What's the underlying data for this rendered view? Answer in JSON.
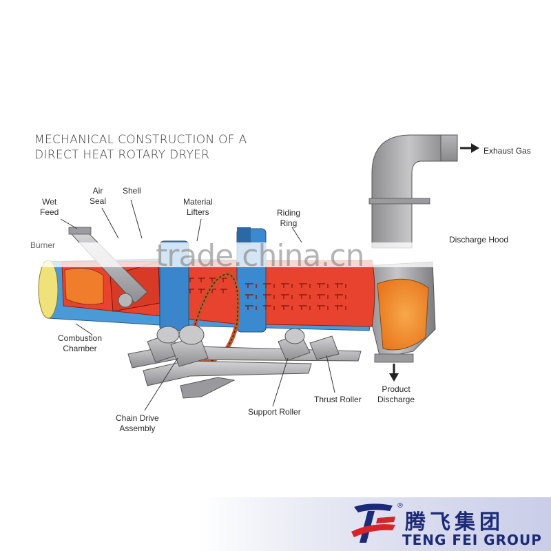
{
  "title": {
    "line1": "MECHANICAL CONSTRUCTION OF A",
    "line2": "DIRECT HEAT ROTARY DRYER"
  },
  "labels": {
    "wet_feed": [
      "Wet",
      "Feed"
    ],
    "burner": "Burner",
    "air_seal": [
      "Air",
      "Seal"
    ],
    "shell": "Shell",
    "material_lifters": [
      "Material",
      "Lifters"
    ],
    "riding_ring": [
      "Riding",
      "Ring"
    ],
    "exhaust_gas": "Exhaust Gas",
    "discharge_hood": "Discharge Hood",
    "combustion_chamber": [
      "Combustion",
      "Chamber"
    ],
    "chain_drive_assembly": [
      "Chain Drive",
      "Assembly"
    ],
    "support_roller": "Support Roller",
    "thrust_roller": "Thrust Roller",
    "product_discharge": [
      "Product",
      "Discharge"
    ]
  },
  "watermark": "trade.china.cn",
  "brand": {
    "name_cn": "腾飞集团",
    "name_en": "TENG FEI GROUP",
    "registered_mark": "®",
    "logo_icon": "tf-logo-icon"
  },
  "colors": {
    "shell_red": "#e8432e",
    "shell_blue": "#4a9ad8",
    "hood_gray": "#a9a9ab",
    "hot_orange": "#f08a2a",
    "brand_navy": "#1c2a78",
    "brand_red": "#d8232a"
  }
}
